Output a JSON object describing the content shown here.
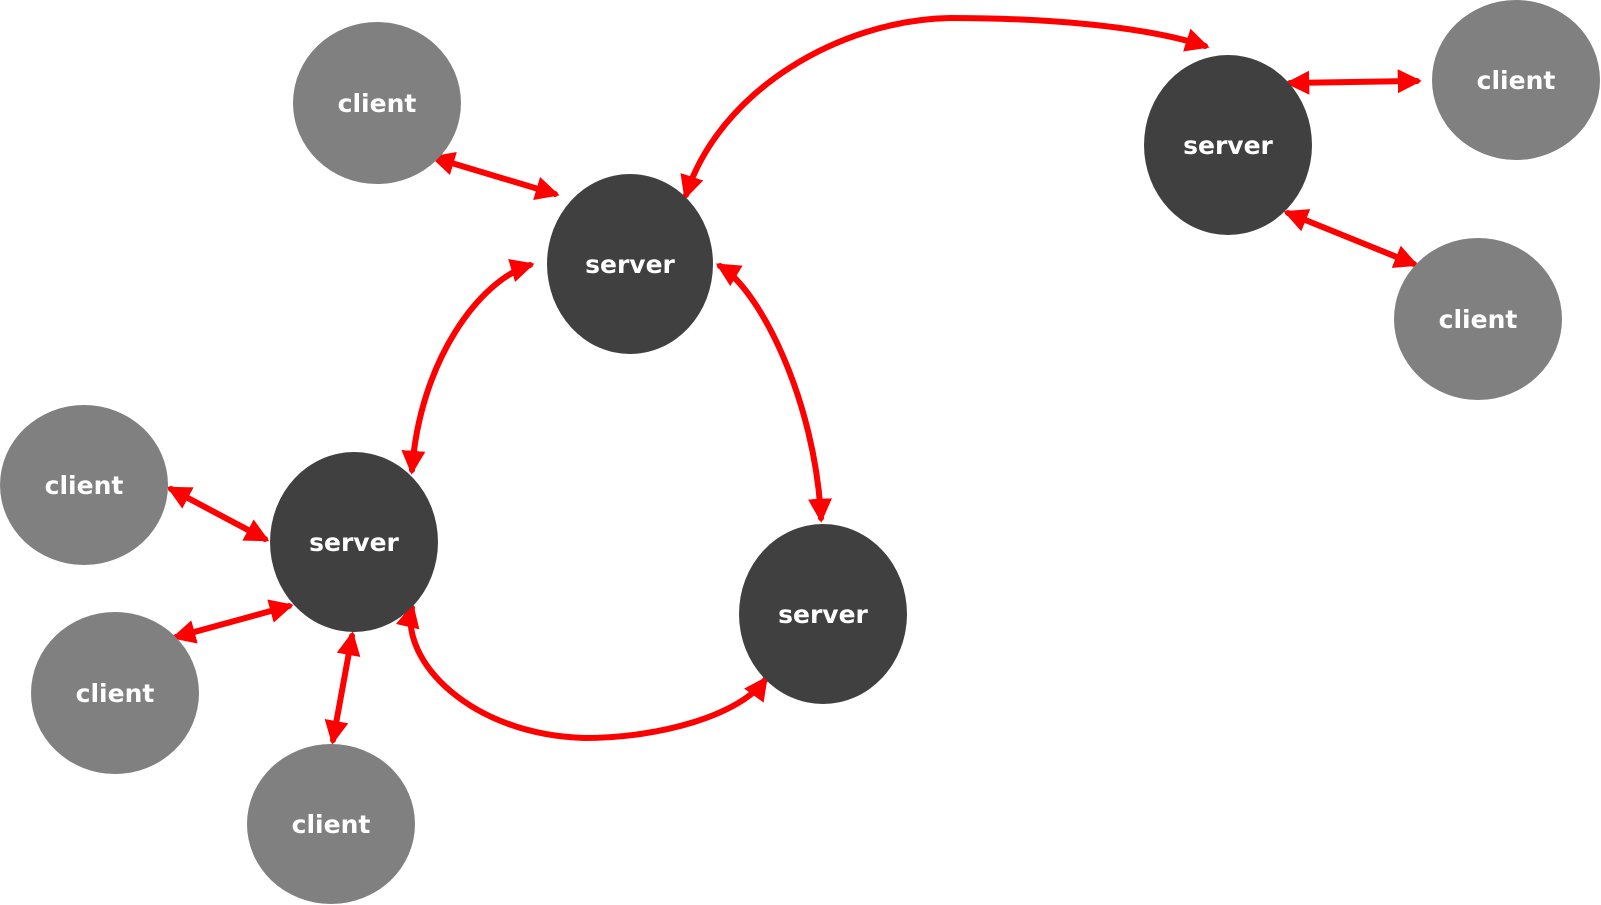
{
  "diagram": {
    "colors": {
      "server": "#404040",
      "client": "#808080",
      "edge": "#ff0000",
      "label": "#ffffff"
    },
    "nodes": [
      {
        "id": "server-a",
        "kind": "server",
        "label": "server"
      },
      {
        "id": "server-b",
        "kind": "server",
        "label": "server"
      },
      {
        "id": "server-c",
        "kind": "server",
        "label": "server"
      },
      {
        "id": "server-d",
        "kind": "server",
        "label": "server"
      },
      {
        "id": "client-1",
        "kind": "client",
        "label": "client"
      },
      {
        "id": "client-2",
        "kind": "client",
        "label": "client"
      },
      {
        "id": "client-3",
        "kind": "client",
        "label": "client"
      },
      {
        "id": "client-4",
        "kind": "client",
        "label": "client"
      },
      {
        "id": "client-5",
        "kind": "client",
        "label": "client"
      },
      {
        "id": "client-6",
        "kind": "client",
        "label": "client"
      }
    ],
    "edges": [
      {
        "id": "edge-1",
        "from": "client-1",
        "to": "server-a",
        "bidirectional": true
      },
      {
        "id": "edge-2",
        "from": "server-a",
        "to": "server-b",
        "bidirectional": true
      },
      {
        "id": "edge-3",
        "from": "server-a",
        "to": "server-c",
        "bidirectional": true
      },
      {
        "id": "edge-4",
        "from": "server-a",
        "to": "server-d",
        "bidirectional": true
      },
      {
        "id": "edge-5",
        "from": "server-c",
        "to": "server-d",
        "bidirectional": true
      },
      {
        "id": "edge-6",
        "from": "server-b",
        "to": "client-2",
        "bidirectional": true
      },
      {
        "id": "edge-7",
        "from": "server-b",
        "to": "client-3",
        "bidirectional": true
      },
      {
        "id": "edge-8",
        "from": "client-4",
        "to": "server-c",
        "bidirectional": true
      },
      {
        "id": "edge-9",
        "from": "client-5",
        "to": "server-c",
        "bidirectional": true
      },
      {
        "id": "edge-10",
        "from": "server-c",
        "to": "client-6",
        "bidirectional": true
      }
    ]
  }
}
